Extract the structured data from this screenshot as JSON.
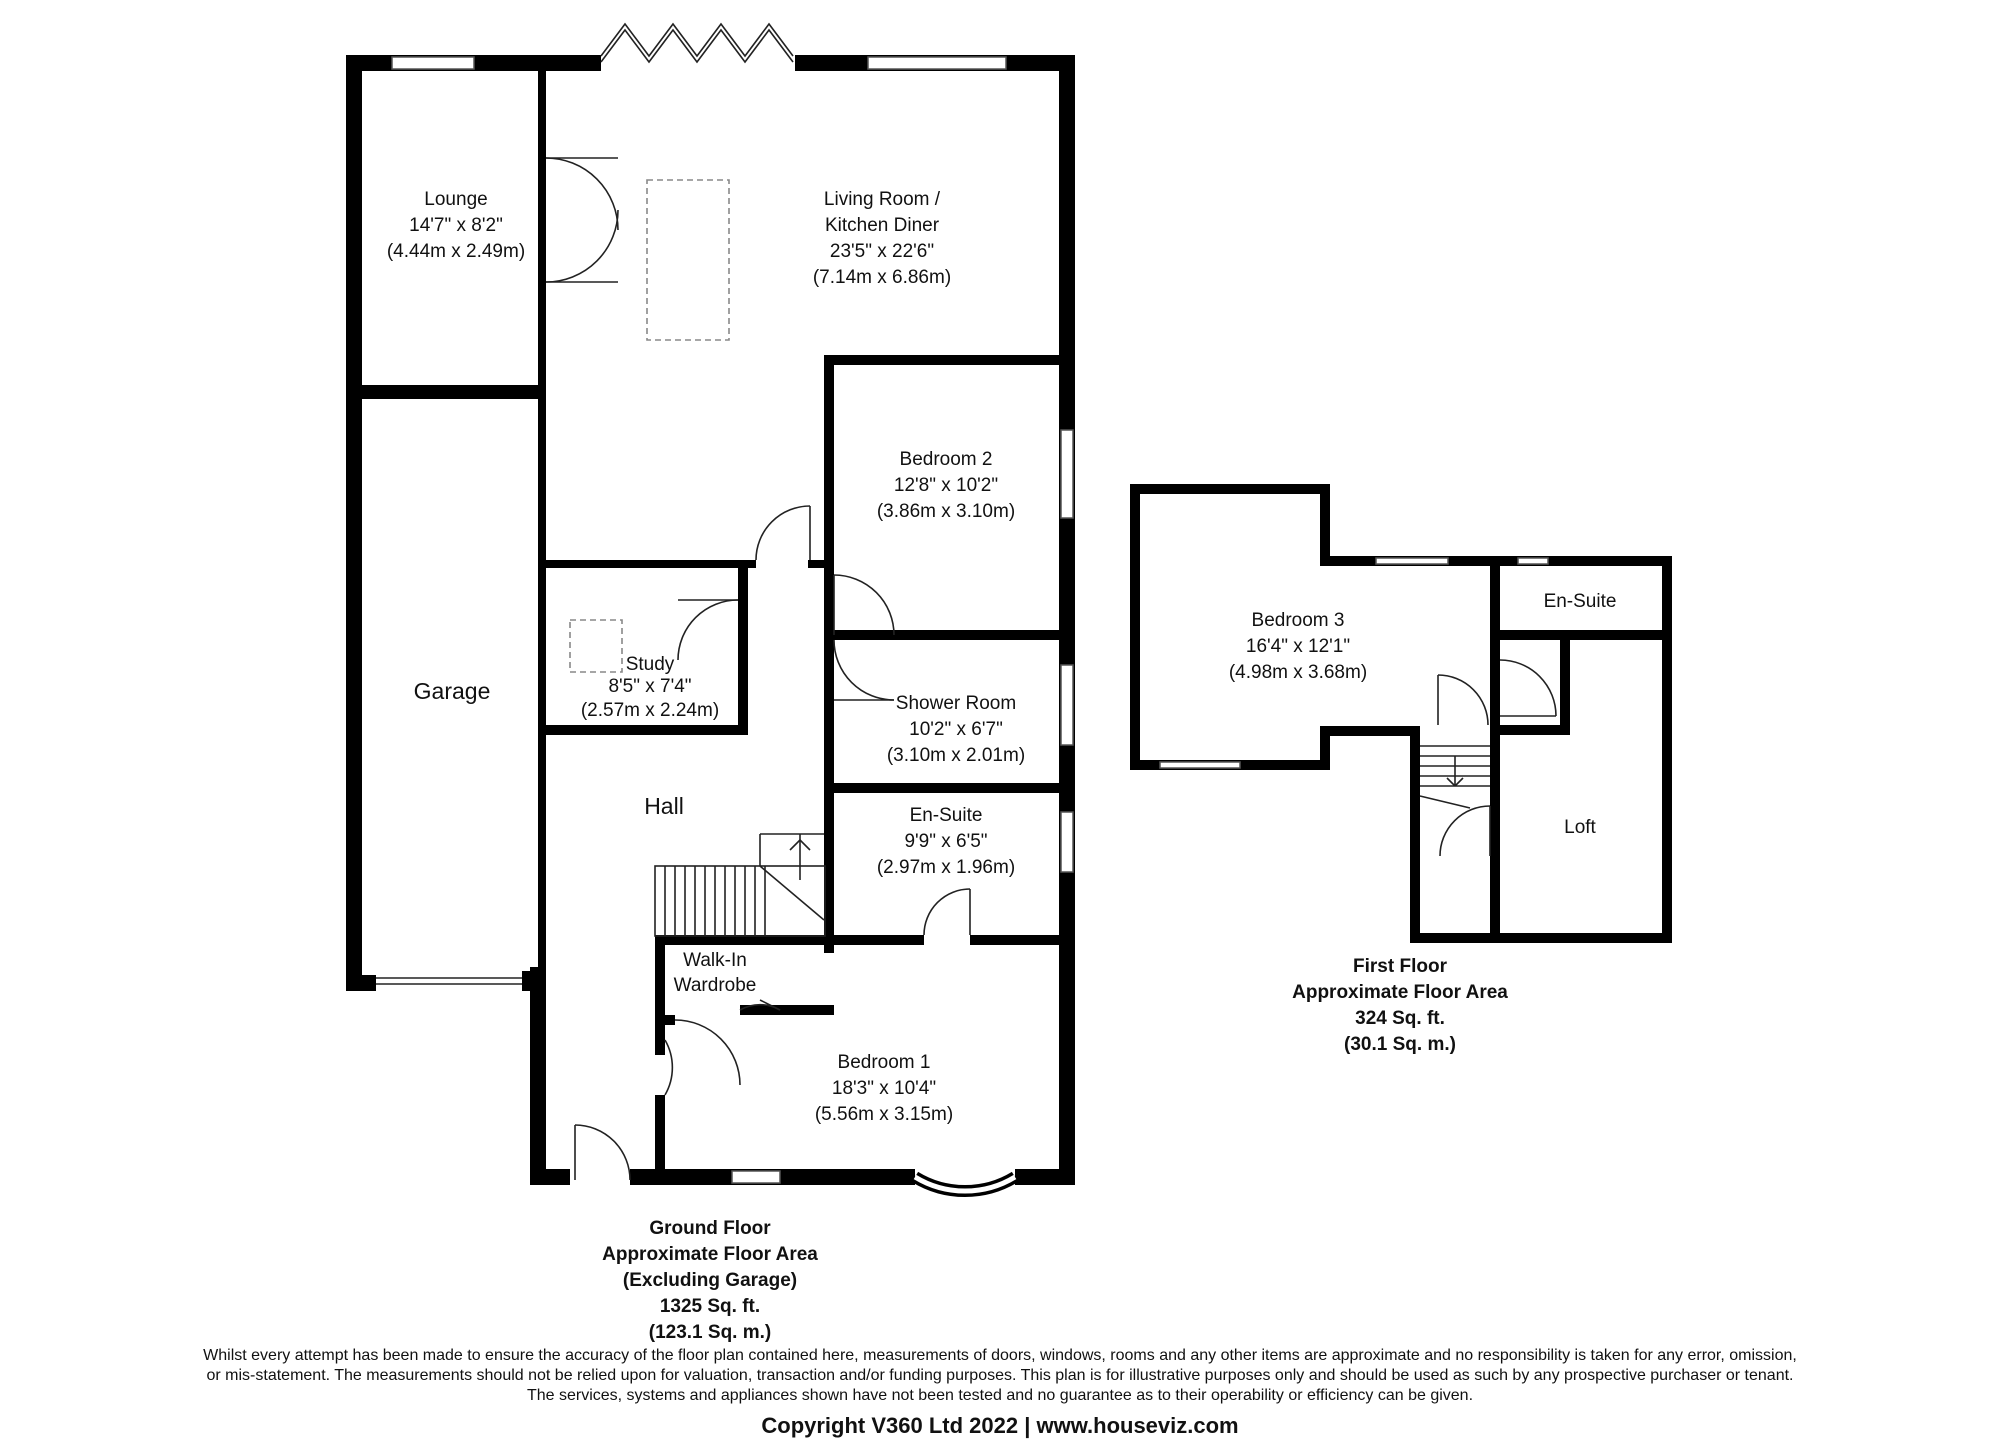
{
  "rooms": {
    "lounge": {
      "name": "Lounge",
      "imperial": "14'7\" x 8'2\"",
      "metric": "(4.44m x 2.49m)"
    },
    "living": {
      "name_line1": "Living Room /",
      "name_line2": "Kitchen Diner",
      "imperial": "23'5\" x 22'6\"",
      "metric": "(7.14m x 6.86m)"
    },
    "bedroom2": {
      "name": "Bedroom 2",
      "imperial": "12'8\" x 10'2\"",
      "metric": "(3.86m x 3.10m)"
    },
    "study": {
      "name": "Study",
      "imperial": "8'5\" x 7'4\"",
      "metric": "(2.57m x 2.24m)"
    },
    "shower": {
      "name": "Shower Room",
      "imperial": "10'2\" x 6'7\"",
      "metric": "(3.10m x 2.01m)"
    },
    "garage": {
      "name": "Garage"
    },
    "hall": {
      "name": "Hall"
    },
    "ensuite_gf": {
      "name": "En-Suite",
      "imperial": "9'9\" x 6'5\"",
      "metric": "(2.97m x 1.96m)"
    },
    "wardrobe": {
      "name_line1": "Walk-In",
      "name_line2": "Wardrobe"
    },
    "bedroom1": {
      "name": "Bedroom 1",
      "imperial": "18'3\" x 10'4\"",
      "metric": "(5.56m x 3.15m)"
    },
    "bedroom3": {
      "name": "Bedroom 3",
      "imperial": "16'4\" x 12'1\"",
      "metric": "(4.98m x 3.68m)"
    },
    "ensuite_ff": {
      "name": "En-Suite"
    },
    "loft": {
      "name": "Loft"
    }
  },
  "ground_floor_caption": {
    "line1": "Ground Floor",
    "line2": "Approximate Floor Area",
    "line3": "(Excluding Garage)",
    "line4": "1325 Sq. ft.",
    "line5": "(123.1 Sq. m.)"
  },
  "first_floor_caption": {
    "line1": "First Floor",
    "line2": "Approximate Floor Area",
    "line3": "324 Sq. ft.",
    "line4": "(30.1 Sq. m.)"
  },
  "disclaimer": {
    "line1": "Whilst every attempt has been made to ensure the accuracy of the floor plan contained here, measurements of doors, windows, rooms and any other items are approximate and no responsibility is taken for any error, omission,",
    "line2": "or mis-statement. The measurements should not be relied upon for valuation, transaction and/or funding purposes. This plan is for illustrative purposes only and should be used as such by any prospective purchaser or tenant.",
    "line3": "The services, systems and appliances shown have not been tested and no guarantee as to their operability or efficiency can be given."
  },
  "copyright": "Copyright V360 Ltd 2022 | www.houseviz.com"
}
